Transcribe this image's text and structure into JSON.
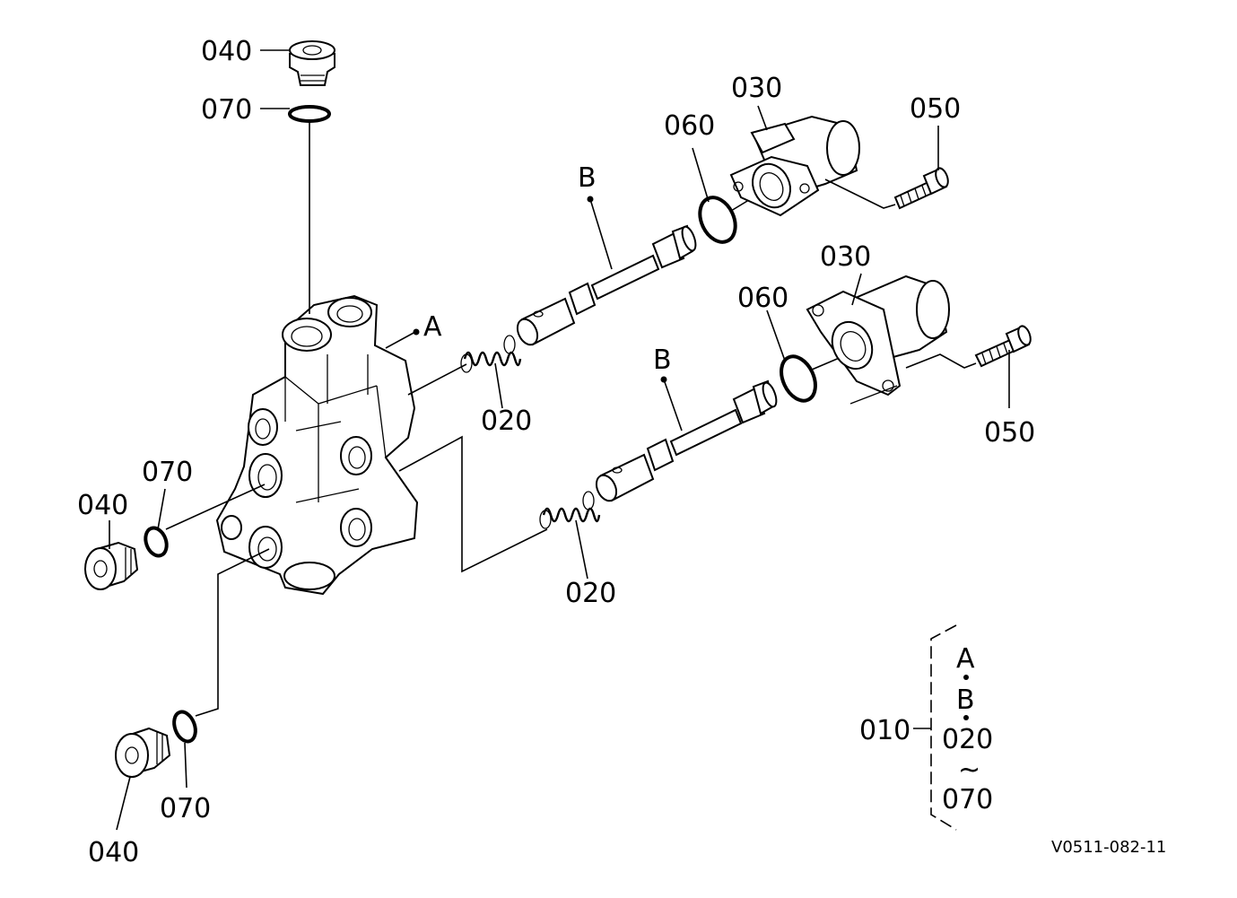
{
  "labels": {
    "plug_top": "040",
    "oring_top": "070",
    "plug_left": "040",
    "oring_left": "070",
    "plug_bottom": "040",
    "oring_bottom": "070",
    "body_ref": "A",
    "spool_upper_ref": "B",
    "spool_lower_ref": "B",
    "spring_upper": "020",
    "spring_lower": "020",
    "solenoid_upper": "030",
    "solenoid_lower": "030",
    "oring_sol_upper": "060",
    "oring_sol_lower": "060",
    "bolt_upper": "050",
    "bolt_lower": "050"
  },
  "assembly": {
    "number": "010",
    "item_a": "A",
    "item_b": "B",
    "range_from": "020",
    "range_sep": "~",
    "range_to": "070"
  },
  "drawing_code": "V0511-082-11"
}
